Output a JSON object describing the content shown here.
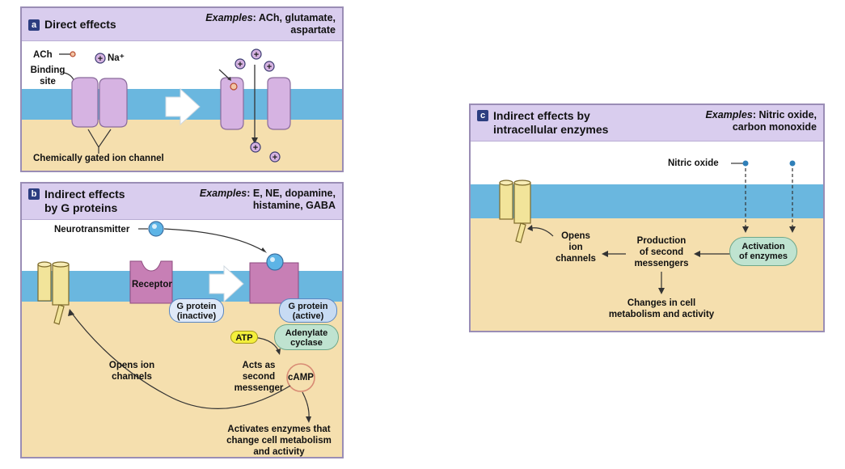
{
  "panel_a": {
    "tag": "a",
    "title": "Direct effects",
    "examples_label": "Examples",
    "examples_line1": ": ACh, glutamate,",
    "examples_line2": "aspartate",
    "ach": "ACh",
    "na": "Na⁺",
    "binding_site": [
      "Binding",
      "site"
    ],
    "channel_label": "Chemically gated ion channel"
  },
  "panel_b": {
    "tag": "b",
    "title_line1": "Indirect effects",
    "title_line2": "by G proteins",
    "examples_label": "Examples",
    "examples_line1": ": E, NE, dopamine,",
    "examples_line2": "histamine, GABA",
    "neurotransmitter": "Neurotransmitter",
    "receptor": "Receptor",
    "g_inactive": [
      "G protein",
      "(inactive)"
    ],
    "g_active": [
      "G protein",
      "(active)"
    ],
    "adenylate": [
      "Adenylate",
      "cyclase"
    ],
    "atp": "ATP",
    "camp": "cAMP",
    "second_messenger": [
      "Acts as",
      "second",
      "messenger"
    ],
    "opens_ion": [
      "Opens ion",
      "channels"
    ],
    "activates": [
      "Activates enzymes that",
      "change cell metabolism",
      "and activity"
    ]
  },
  "panel_c": {
    "tag": "c",
    "title_line1": "Indirect effects by",
    "title_line2": "intracellular enzymes",
    "examples_label": "Examples",
    "examples_line1": ": Nitric oxide,",
    "examples_line2": "carbon monoxide",
    "nitric_oxide": "Nitric oxide",
    "activation": [
      "Activation",
      "of enzymes"
    ],
    "production": [
      "Production",
      "of second",
      "messengers"
    ],
    "opens": [
      "Opens",
      "ion",
      "channels"
    ],
    "changes": [
      "Changes in cell",
      "metabolism and activity"
    ]
  },
  "colors": {
    "header": "#d9cdee",
    "membrane": "#6ab7df",
    "cytoplasm": "#f5dfae",
    "channel": "#d6b3e2",
    "receptor": "#c77fb5",
    "g_protein": "#c7dbf3",
    "adenylate": "#bfe3d0",
    "atp": "#f4ef3c",
    "ion_channel": "#f2e49a"
  }
}
